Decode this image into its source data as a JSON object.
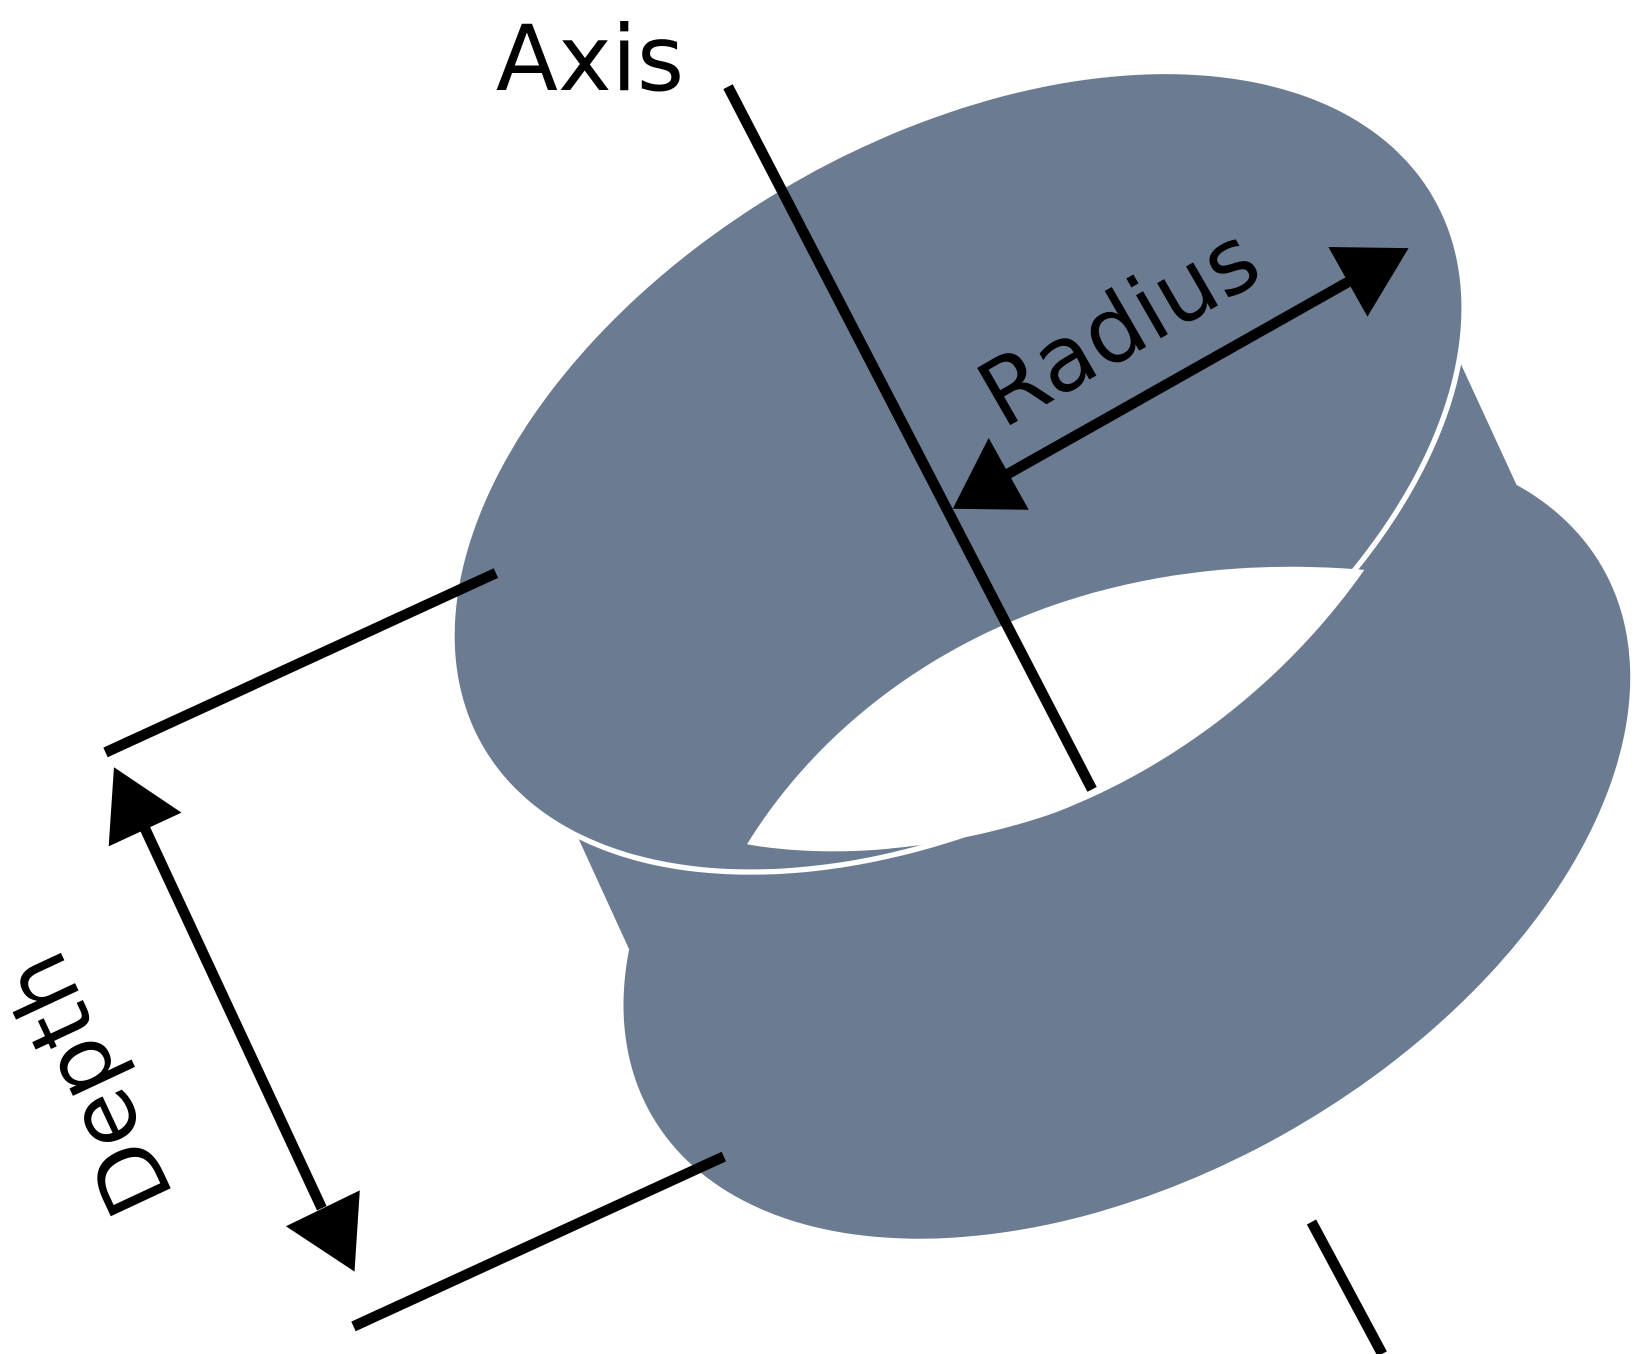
{
  "diagram": {
    "title": "Cylinder dimensions",
    "labels": {
      "axis": "Axis",
      "radius": "Radius",
      "depth": "Depth"
    },
    "colors": {
      "cylinder": "#6b7b91",
      "line": "#000000",
      "background": "#ffffff"
    }
  }
}
